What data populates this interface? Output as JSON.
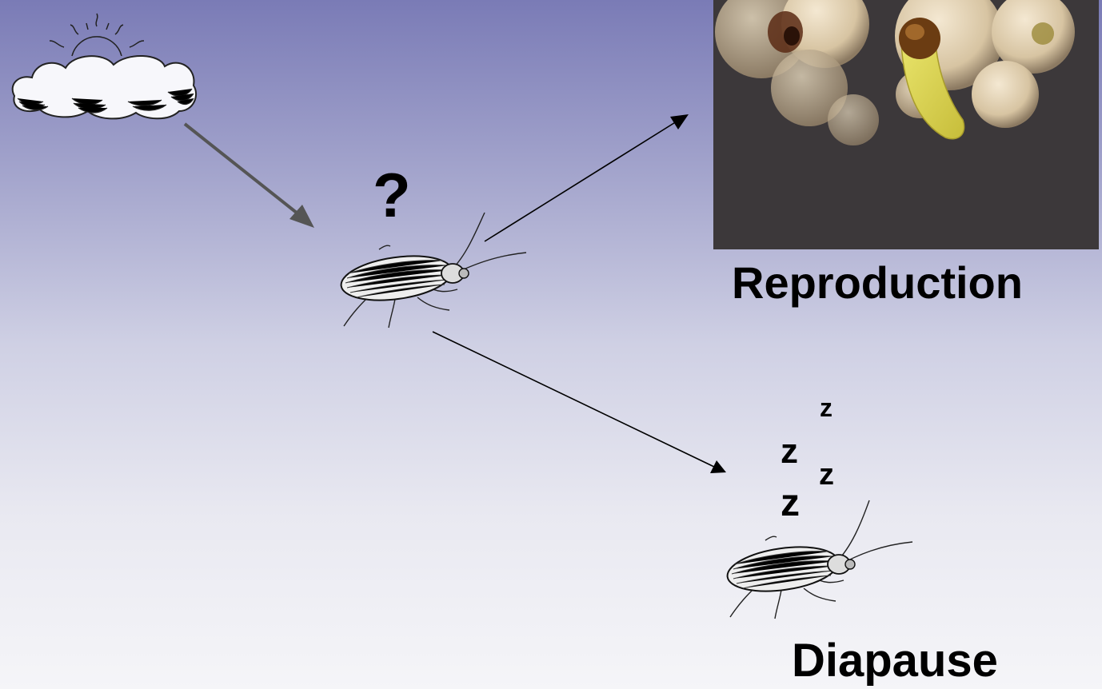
{
  "labels": {
    "question": "?",
    "reproduction": "Reproduction",
    "diapause": "Diapause",
    "z1": "z",
    "z2": "z",
    "z3": "z",
    "z4": "z"
  },
  "colors": {
    "background_top": "#7a7bb6",
    "background_bottom": "#f5f5f8",
    "arrow_thick": "#555555",
    "arrow_thin": "#000000"
  },
  "icons": [
    "cloud-sun-icon",
    "beetle-icon",
    "beetle-sleeping-icon"
  ],
  "photo": "beetle-larva-photo"
}
